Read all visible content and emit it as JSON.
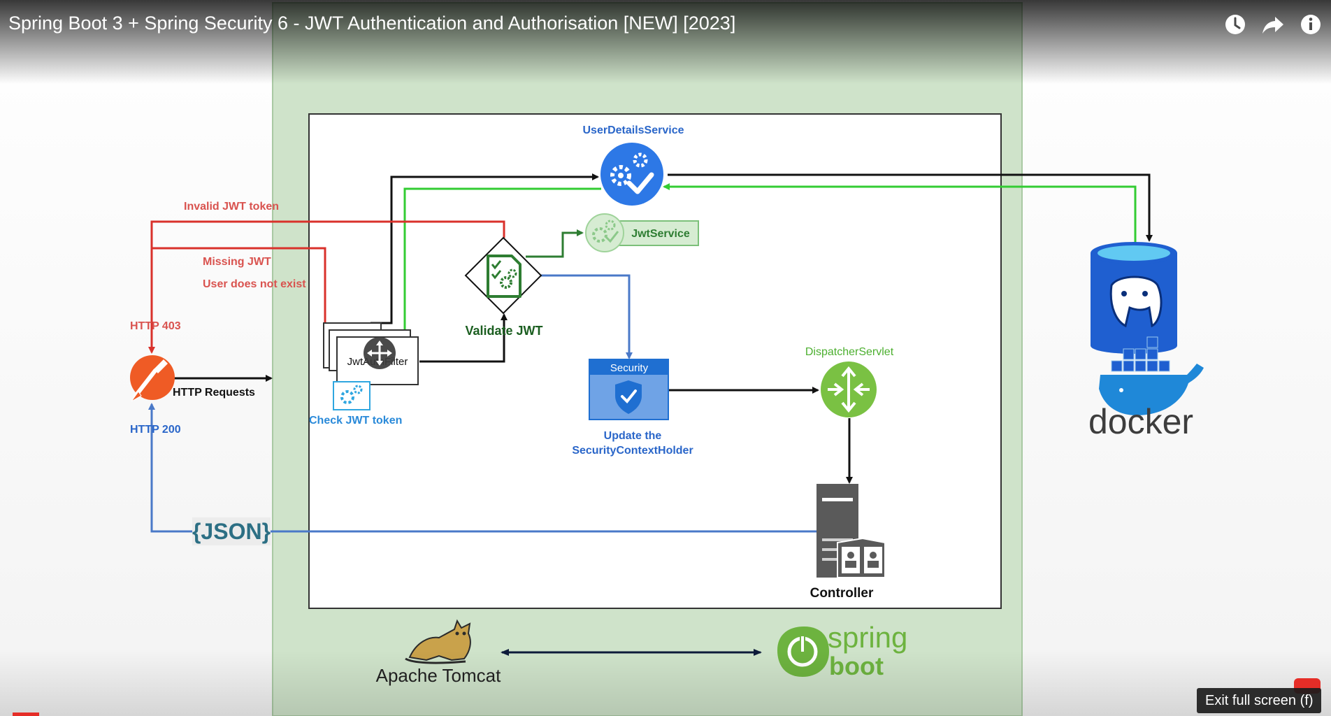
{
  "video": {
    "title": "Spring Boot 3 + Spring Security 6 - JWT Authentication and Authorisation [NEW] [2023]",
    "exit_fullscreen_label": "Exit full screen (f)",
    "watch_later_icon": "clock-icon",
    "share_icon": "share-arrow-icon",
    "info_icon": "info-icon"
  },
  "diagram": {
    "labels": {
      "user_details_service": "UserDetailsService",
      "invalid_jwt": "Invalid JWT token",
      "jwt_service": "JwtService",
      "missing_jwt": "Missing JWT",
      "user_not_exist": "User does not exist",
      "http_403": "HTTP 403",
      "http_requests": "HTTP Requests",
      "http_200": "HTTP 200",
      "filter_name": "JwtAuthFilter",
      "check_jwt": "Check JWT token",
      "validate_jwt": "Validate JWT",
      "security_card": "Security",
      "update_line1": "Update the",
      "update_line2": "SecurityContextHolder",
      "dispatcher_servlet": "DispatcherServlet",
      "controller": "Controller",
      "json": "{JSON}",
      "docker": "docker",
      "apache_tomcat": "Apache Tomcat",
      "spring": "spring",
      "boot": "boot"
    },
    "colors": {
      "panel_green": "#cfe3ca",
      "panel_border": "#a9c9a3",
      "red": "#d9312b",
      "red_text": "#d9534f",
      "blue": "#4a79c8",
      "blue_text": "#2a66c9",
      "green_line": "#33cc33",
      "dark_green": "#2e7d32",
      "dispatcher_green": "#7ac143",
      "security_blue": "#1f6fd1",
      "docker_text": "#3d3d3d",
      "spring_green": "#6db33f",
      "tomcat_text": "#222222"
    },
    "icons": [
      "postman-icon",
      "gear-check-icon",
      "jwt-service-icon",
      "validate-document-icon",
      "filter-gear-icon",
      "security-shield-icon",
      "router-icon",
      "server-icon",
      "postgres-elephant-icon",
      "docker-whale-icon",
      "tomcat-cat-icon",
      "spring-power-icon",
      "move-cursor-icon"
    ]
  }
}
